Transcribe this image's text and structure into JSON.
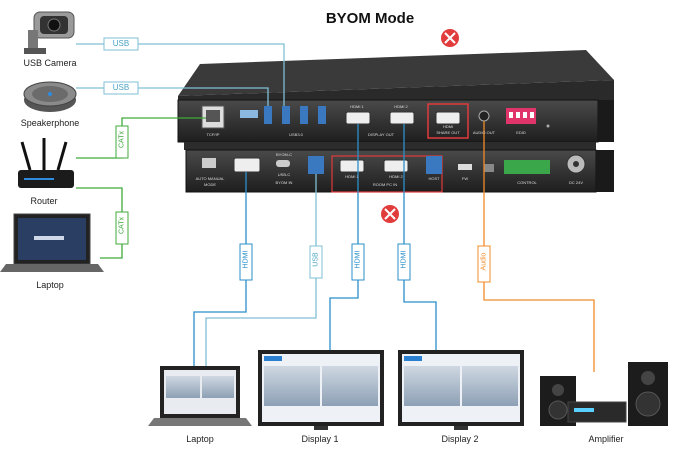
{
  "title": "BYOM Mode",
  "devices": {
    "usb_camera": "USB Camera",
    "speakerphone": "Speakerphone",
    "router": "Router",
    "laptop_left": "Laptop",
    "laptop_bottom": "Laptop",
    "display1": "Display 1",
    "display2": "Display 2",
    "amplifier": "Amplifier"
  },
  "cables": {
    "usb_a": "USB",
    "usb_b": "USB",
    "catx_a": "CATx",
    "catx_b": "CATx",
    "hdmi_a": "HDMI",
    "hdmi_b": "HDMI",
    "hdmi_c": "HDMI",
    "usb_c": "USB",
    "audio": "Audio"
  },
  "panel_top": {
    "tcpip": "TCP/IP",
    "usb3": "USB3.0",
    "display_out": "DISPLAY OUT",
    "hdmi1": "HDMI 1",
    "hdmi2": "HDMI 2",
    "hdmi_out": "HDMI",
    "share_out": "SHARE OUT",
    "audio_out": "AUDIO OUT",
    "edid": "EDID"
  },
  "panel_bottom": {
    "auto_manual": "AUTO MANUAL",
    "mode": "MODE",
    "usb_c": "USB-C",
    "byom_in": "BYOM IN",
    "usb_c_top": "BYOM-C",
    "hdmi1": "HDMI 1",
    "hdmi2": "HDMI 2",
    "room_pc_in": "ROOM PC IN",
    "host": "HOST",
    "fw": "FW",
    "control": "CONTROL",
    "dc": "DC 24V"
  },
  "colors": {
    "usb": "#7fbfd6",
    "catx": "#3faa3a",
    "hdmi": "#2a8fc9",
    "audio": "#f08c2a",
    "forbidden": "#e23b3b"
  }
}
